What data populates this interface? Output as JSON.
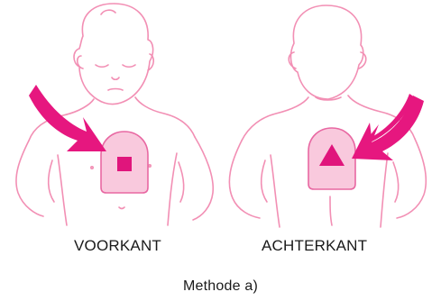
{
  "labels": {
    "front": "VOORKANT",
    "back": "ACHTERKANT",
    "method": "Methode a)"
  },
  "colors": {
    "outline": "#f28fb4",
    "arrow": "#e6177f",
    "pad_fill": "#f9c9dd",
    "pad_border": "#e868a2",
    "pad_symbol": "#e0157c",
    "caption": "#1a1a1a"
  },
  "illustrations": {
    "front": {
      "pad_symbol": "square",
      "arrow_direction": "right"
    },
    "back": {
      "pad_symbol": "triangle",
      "arrow_direction": "left"
    }
  }
}
